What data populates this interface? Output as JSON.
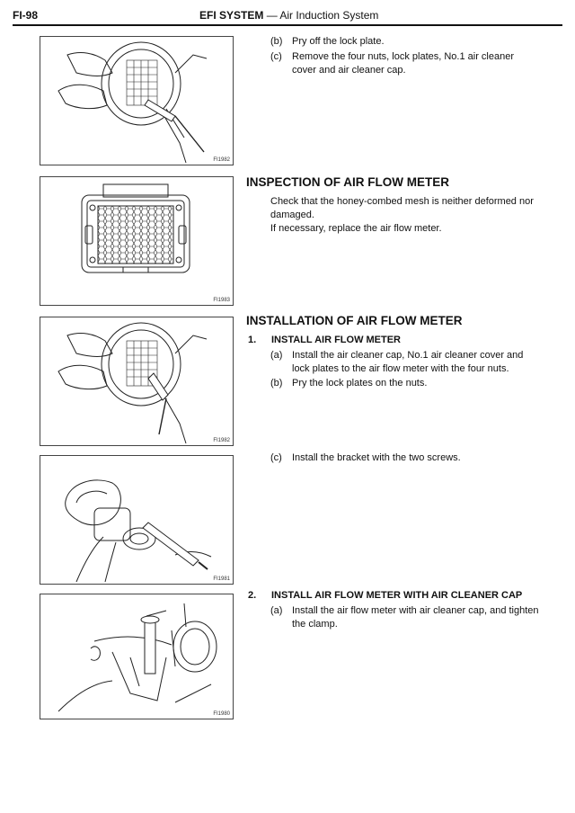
{
  "header": {
    "page_number": "FI-98",
    "section": "EFI SYSTEM",
    "dash": "—",
    "subsection": "Air Induction System"
  },
  "figures": [
    {
      "code": "FI1982"
    },
    {
      "code": "FI1983"
    },
    {
      "code": "FI1982"
    },
    {
      "code": "FI1981"
    },
    {
      "code": "FI1980"
    }
  ],
  "steps_top": [
    {
      "label": "(b)",
      "text": "Pry off the lock plate."
    },
    {
      "label": "(c)",
      "text": "Remove the four nuts, lock plates, No.1 air cleaner cover and air cleaner cap."
    }
  ],
  "inspection": {
    "heading": "INSPECTION OF AIR FLOW METER",
    "para1": "Check that the honey-combed mesh is neither deformed nor damaged.",
    "para2": "If necessary, replace the air flow meter."
  },
  "installation": {
    "heading": "INSTALLATION OF AIR FLOW METER",
    "step1": {
      "number": "1.",
      "title": "INSTALL AIR FLOW METER",
      "items": [
        {
          "label": "(a)",
          "text": "Install the air cleaner cap, No.1 air cleaner cover and lock plates to the air flow meter with the four nuts."
        },
        {
          "label": "(b)",
          "text": "Pry the lock plates on the nuts."
        },
        {
          "label": "(c)",
          "text": "Install the bracket with the two screws."
        }
      ]
    },
    "step2": {
      "number": "2.",
      "title": "INSTALL AIR FLOW METER WITH AIR CLEANER CAP",
      "items": [
        {
          "label": "(a)",
          "text": "Install the air flow meter with air cleaner cap, and tighten the clamp."
        }
      ]
    }
  }
}
